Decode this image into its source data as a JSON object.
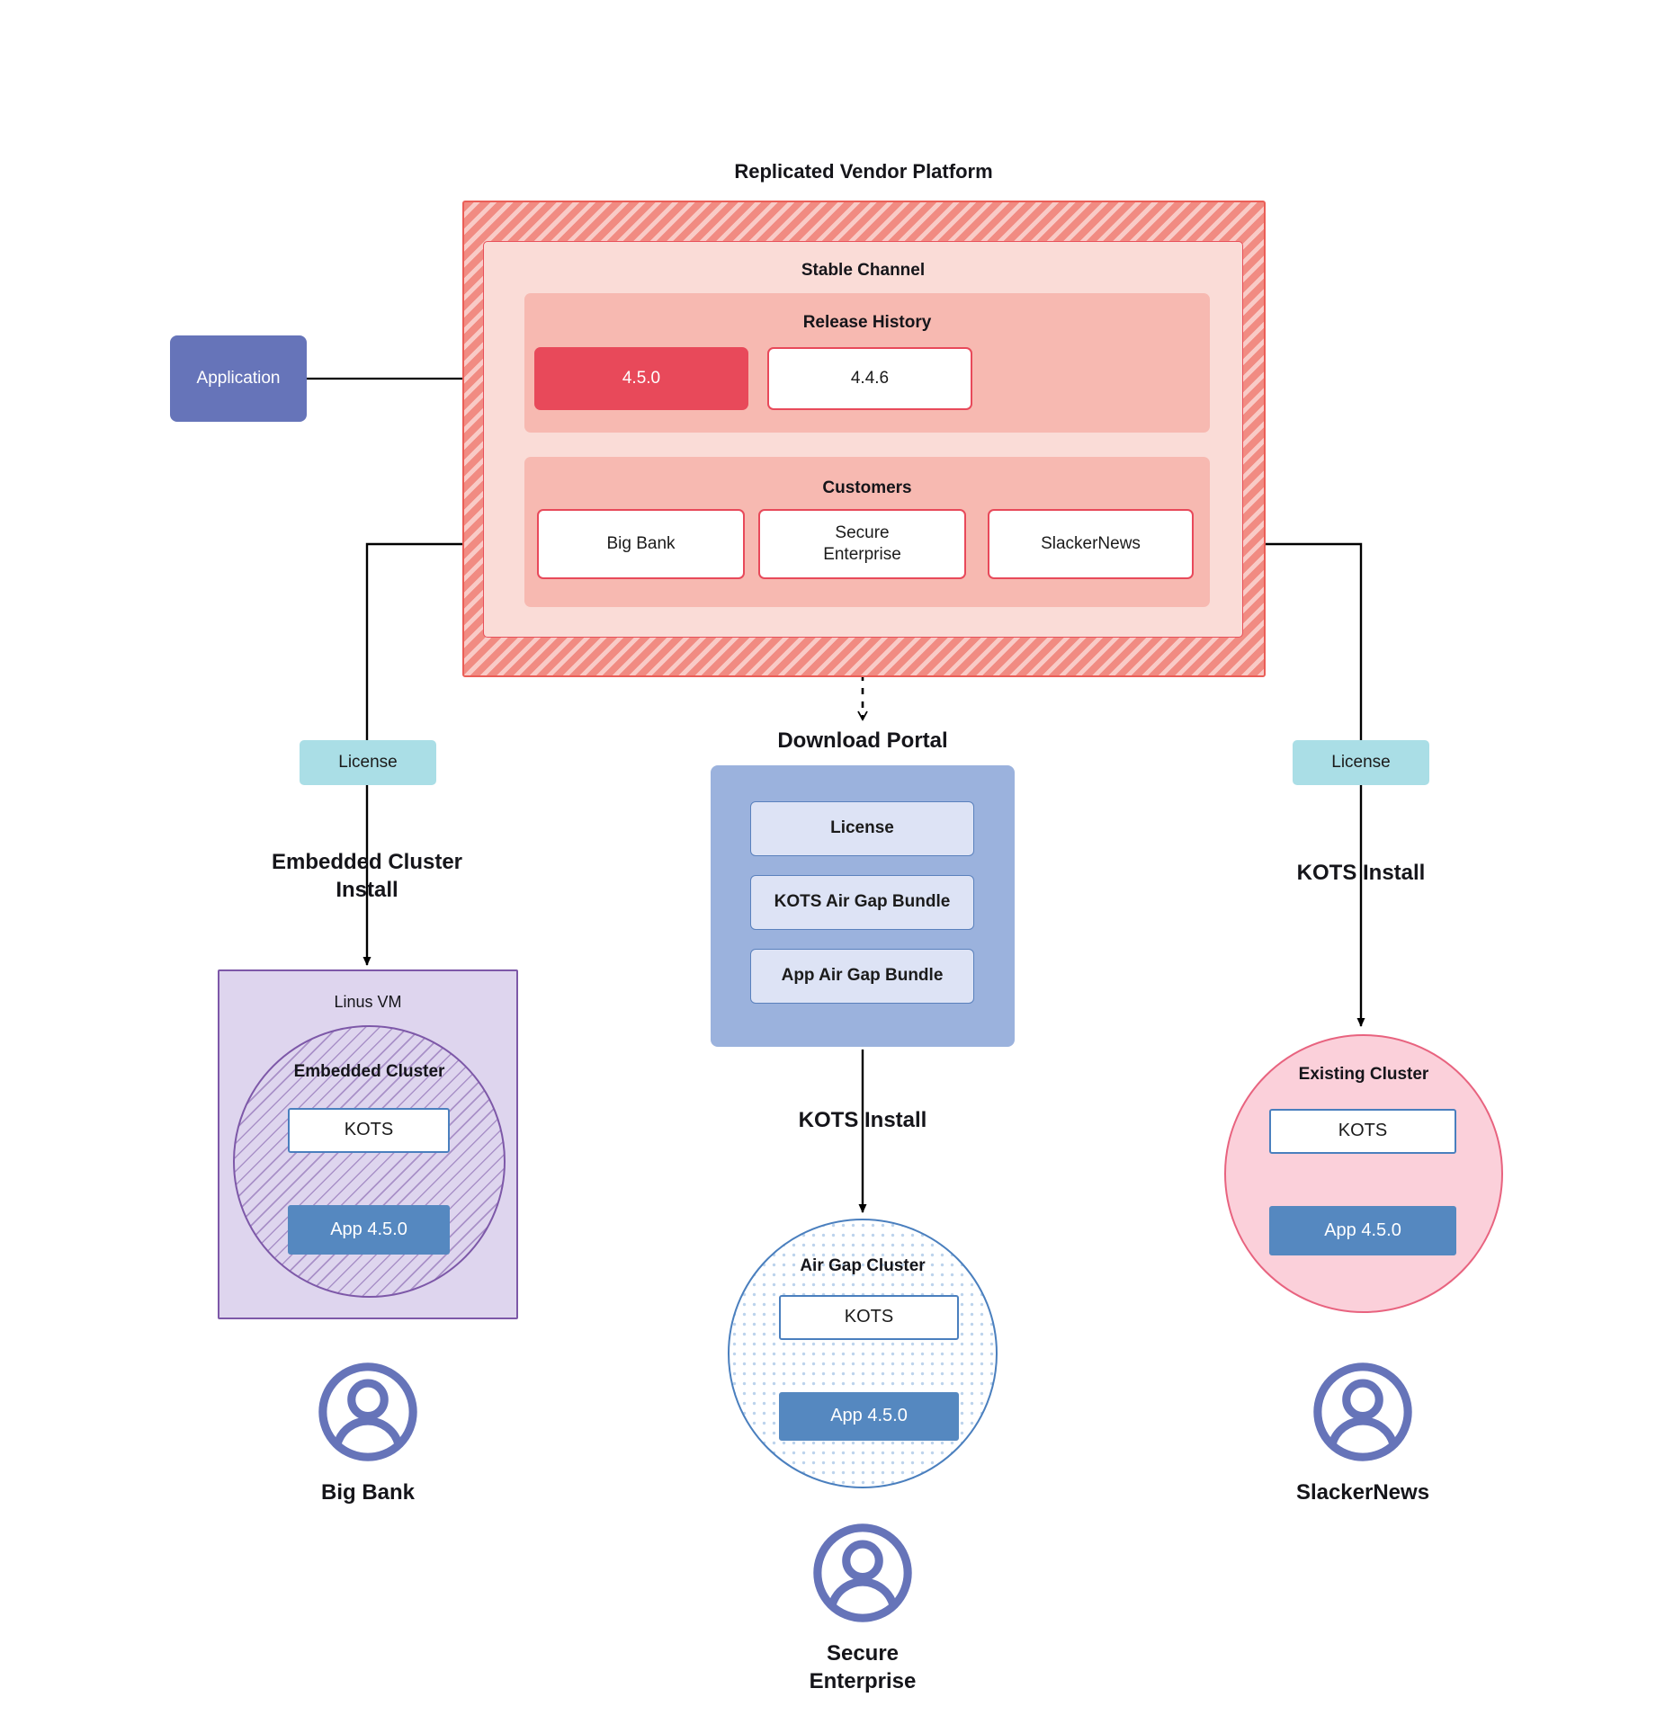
{
  "diagram": {
    "title": "Replicated Vendor Platform"
  },
  "application": {
    "label": "Application"
  },
  "vendor_platform": {
    "stable_channel": {
      "title": "Stable Channel",
      "release_history": {
        "title": "Release History",
        "releases": [
          {
            "version": "4.5.0",
            "state": "current"
          },
          {
            "version": "4.4.6",
            "state": "previous"
          }
        ]
      },
      "customers": {
        "title": "Customers",
        "items": [
          {
            "name": "Big Bank"
          },
          {
            "name": "Secure\nEnterprise"
          },
          {
            "name": "SlackerNews"
          }
        ]
      }
    }
  },
  "download_portal": {
    "title": "Download  Portal",
    "items": [
      {
        "label": "License"
      },
      {
        "label": "KOTS Air Gap Bundle"
      },
      {
        "label": "App Air Gap Bundle"
      }
    ]
  },
  "paths": {
    "left": {
      "license_label": "License",
      "install_label": "Embedded Cluster\nInstall",
      "host": {
        "title": "Linus VM",
        "cluster_title": "Embedded Cluster",
        "kots_label": "KOTS",
        "app_label": "App 4.5.0"
      },
      "persona": "Big Bank",
      "persona_icon": "user-avatar-icon"
    },
    "middle": {
      "install_label": "KOTS Install",
      "cluster": {
        "title": "Air Gap Cluster",
        "kots_label": "KOTS",
        "app_label": "App 4.5.0"
      },
      "persona": "Secure\nEnterprise",
      "persona_icon": "user-avatar-icon"
    },
    "right": {
      "license_label": "License",
      "install_label": "KOTS Install",
      "cluster": {
        "title": "Existing Cluster",
        "kots_label": "KOTS",
        "app_label": "App 4.5.0"
      },
      "persona": "SlackerNews",
      "persona_icon": "user-avatar-icon"
    }
  },
  "colors": {
    "platform_fill": "#f18b82",
    "platform_border": "#ea5e57",
    "stable_channel_fill": "#fadcd7",
    "band_fill": "#f7b9b1",
    "release_current": "#e8495a",
    "customer_border": "#e8495a",
    "application_fill": "#6674b9",
    "license_fill": "#aadee6",
    "portal_fill": "#9bb2dd",
    "portal_item_fill": "#dde3f5",
    "portal_item_border": "#5a81bd",
    "linux_vm_fill": "#ded5ee",
    "linux_vm_border": "#7d58a8",
    "airgap_border": "#4a7fbe",
    "existing_cluster_fill": "#fbd0da",
    "existing_cluster_border": "#e8637f",
    "app_fill": "#5588c0",
    "kots_border": "#4a7fbe",
    "persona_icon": "#6674b9",
    "connector": "#000000"
  }
}
